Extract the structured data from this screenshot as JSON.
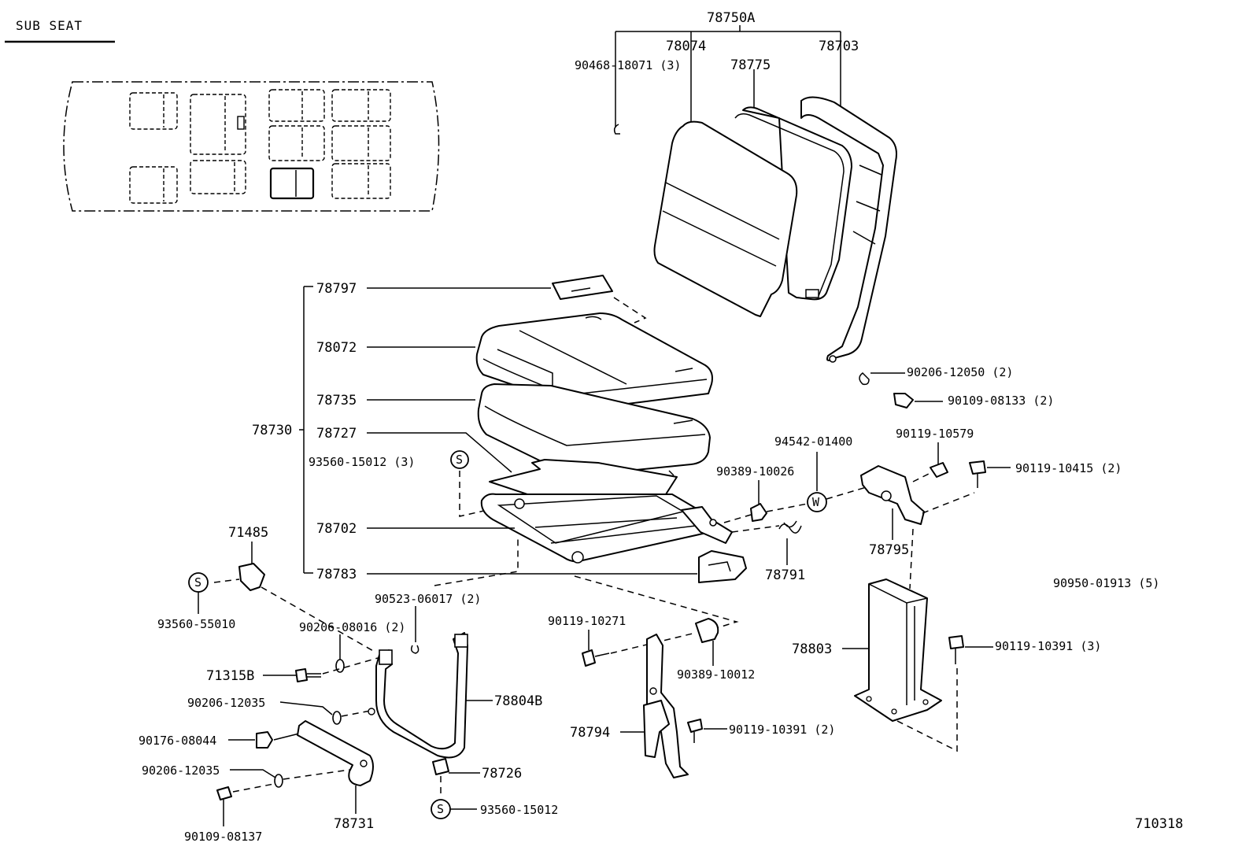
{
  "section_title": "SUB SEAT",
  "diagram_code": "710318",
  "parts": {
    "backrest_assy": "78750A",
    "backrest_pad": "78074",
    "backrest_frame_cushion": "78775",
    "backrest_frame": "78703",
    "backrest_clip": "90468-18071 (3)",
    "cushion_assy": "78730",
    "cover_plate": "78797",
    "cushion_cover": "78072",
    "cushion_pad": "78735",
    "cushion_board": "78727",
    "cushion_screw": "93560-15012 (3)",
    "seat_frame": "78702",
    "frame_bracket": "78783",
    "striker": "71485",
    "striker_screw": "93560-55010",
    "clip_a": "90523-06017 (2)",
    "washer_a": "90206-08016 (2)",
    "bolt_71315b": "71315B",
    "washer_b": "90206-12035",
    "nut": "90176-08044",
    "washer_c": "90206-12035",
    "bolt_bottom_left": "90109-08137",
    "leg_link": "78731",
    "pipe_leg": "78804B",
    "cap": "78726",
    "cap_screw": "93560-15012",
    "leg_bolt": "90119-10271",
    "cushion_stopper": "90389-10012",
    "hinge_bracket": "78794",
    "hinge_bolts": "90119-10391 (2)",
    "stopper_right": "90389-10026",
    "washer_w": "94542-01400",
    "spring": "78791",
    "support_bracket": "78795",
    "bolt_top": "90119-10579",
    "bolt_right": "90119-10415 (2)",
    "washer_top_right": "90206-12050 (2)",
    "bolt_top_right": "90109-08133 (2)",
    "plug": "90950-01913 (5)",
    "pedestal": "78803",
    "pedestal_bolts": "90119-10391 (3)"
  },
  "symbols": {
    "screw_mark": "S",
    "washer_mark": "W"
  },
  "layout_map_icon": "vehicle-seat-layout-icon"
}
